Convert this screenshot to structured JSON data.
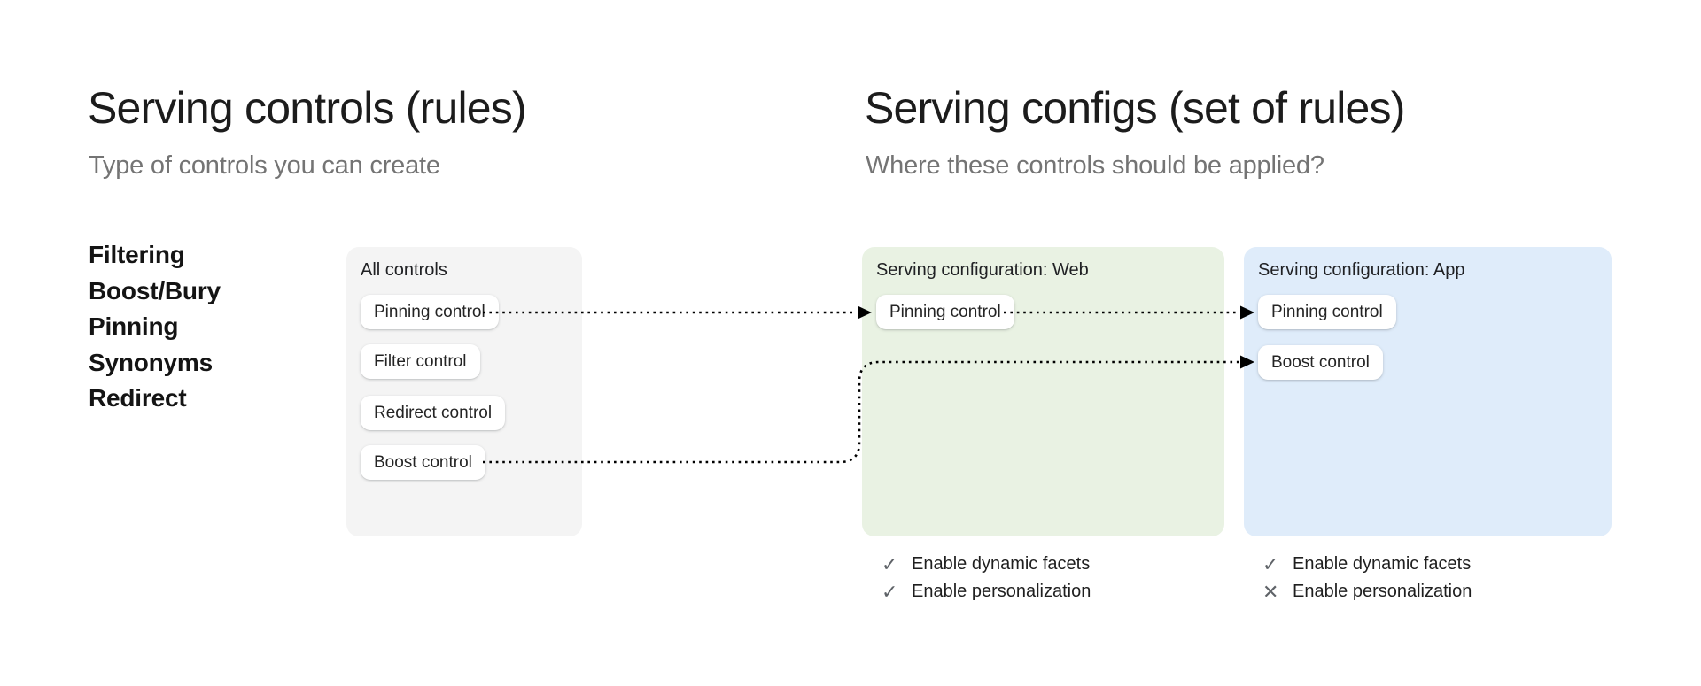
{
  "colors": {
    "page_background": "#ffffff",
    "all_controls_card_bg": "#f4f4f4",
    "web_config_card_bg": "#e9f2e3",
    "app_config_card_bg": "#dfecfa",
    "arrow_color": "#000000",
    "title_text": "#1c1c1c",
    "subtitle_text": "#747474",
    "status_icon_gray": "#5f6368"
  },
  "left_section": {
    "title": "Serving controls (rules)",
    "subtitle": "Type of controls you can create",
    "control_types": [
      "Filtering",
      "Boost/Bury",
      "Pinning",
      "Synonyms",
      "Redirect"
    ],
    "all_controls_card": {
      "label": "All controls",
      "controls": [
        "Pinning control",
        "Filter control",
        "Redirect control",
        "Boost control"
      ]
    }
  },
  "right_section": {
    "title": "Serving configs (set of rules)",
    "subtitle": "Where these controls should be applied?",
    "web_config": {
      "label": "Serving configuration: Web",
      "controls": [
        "Pinning control"
      ],
      "settings": [
        {
          "icon": "✓",
          "icon_name": "check",
          "label": "Enable dynamic facets"
        },
        {
          "icon": "✓",
          "icon_name": "check",
          "label": "Enable personalization"
        }
      ]
    },
    "app_config": {
      "label": "Serving configuration: App",
      "controls": [
        "Pinning control",
        "Boost control"
      ],
      "settings": [
        {
          "icon": "✓",
          "icon_name": "check",
          "label": "Enable dynamic facets"
        },
        {
          "icon": "✕",
          "icon_name": "cross",
          "label": "Enable personalization"
        }
      ]
    }
  }
}
